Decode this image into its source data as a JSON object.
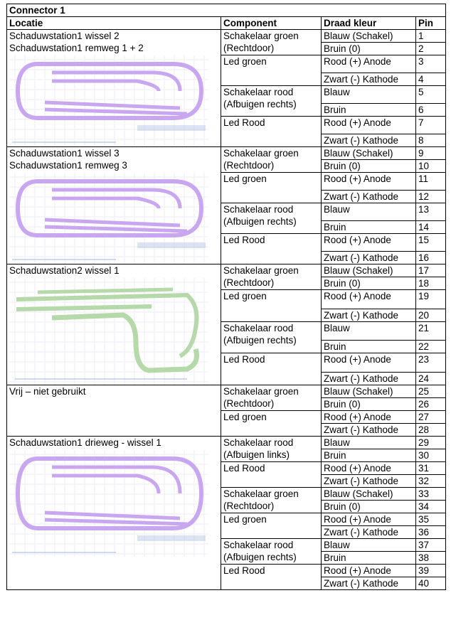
{
  "title": "Connector 1",
  "headers": {
    "locatie": "Locatie",
    "component": "Component",
    "draad": "Draad kleur",
    "pin": "Pin"
  },
  "sections": [
    {
      "loc": [
        "Schaduwstation1 wissel 2",
        "Schaduwstation1 remweg 1 + 2"
      ],
      "track_color": "#c9a6f0",
      "groups": [
        {
          "comp": [
            "Schakelaar groen",
            "(Rechtdoor)"
          ],
          "rows": [
            [
              "Blauw (Schakel)",
              "1"
            ],
            [
              "Bruin (0)",
              "2"
            ]
          ]
        },
        {
          "comp": [
            "Led groen"
          ],
          "rows": [
            [
              "Rood (+)  Anode",
              "3"
            ],
            [
              "Zwart (-)  Kathode",
              "4"
            ]
          ]
        },
        {
          "comp": [
            "Schakelaar rood",
            "(Afbuigen rechts)"
          ],
          "rows": [
            [
              "Blauw",
              "5"
            ],
            [
              "Bruin",
              "6"
            ]
          ]
        },
        {
          "comp": [
            "Led Rood"
          ],
          "rows": [
            [
              "Rood (+)  Anode",
              "7"
            ],
            [
              "Zwart (-)  Kathode",
              "8"
            ]
          ]
        }
      ]
    },
    {
      "loc": [
        "Schaduwstation1 wissel 3",
        "Schaduwstation1 remweg 3"
      ],
      "track_color": "#c9a6f0",
      "groups": [
        {
          "comp": [
            "Schakelaar groen",
            "(Rechtdoor)"
          ],
          "rows": [
            [
              "Blauw (Schakel)",
              "9"
            ],
            [
              "Bruin (0)",
              "10"
            ]
          ]
        },
        {
          "comp": [
            "Led groen"
          ],
          "rows": [
            [
              "Rood (+)  Anode",
              "11"
            ],
            [
              "Zwart (-)  Kathode",
              "12"
            ]
          ]
        },
        {
          "comp": [
            "Schakelaar rood",
            "(Afbuigen rechts)"
          ],
          "rows": [
            [
              "Blauw",
              "13"
            ],
            [
              "Bruin",
              "14"
            ]
          ]
        },
        {
          "comp": [
            "Led Rood"
          ],
          "rows": [
            [
              "Rood (+)  Anode",
              "15"
            ],
            [
              "Zwart (-)  Kathode",
              "16"
            ]
          ]
        }
      ]
    },
    {
      "loc": [
        "Schaduwstation2 wissel 1"
      ],
      "track_color": "#b5d9a8",
      "groups": [
        {
          "comp": [
            "Schakelaar groen",
            "(Rechtdoor)"
          ],
          "rows": [
            [
              "Blauw (Schakel)",
              "17"
            ],
            [
              "Bruin (0)",
              "18"
            ]
          ]
        },
        {
          "comp": [
            "Led groen"
          ],
          "rows": [
            [
              "Rood (+)  Anode",
              "19"
            ],
            [
              "Zwart (-)  Kathode",
              "20"
            ]
          ]
        },
        {
          "comp": [
            "Schakelaar rood",
            "(Afbuigen rechts)"
          ],
          "rows": [
            [
              "Blauw",
              "21"
            ],
            [
              "Bruin",
              "22"
            ]
          ]
        },
        {
          "comp": [
            "Led Rood"
          ],
          "rows": [
            [
              "Rood (+)  Anode",
              "23"
            ],
            [
              "Zwart (-)  Kathode",
              "24"
            ]
          ]
        }
      ]
    },
    {
      "loc": [
        "Vrij – niet gebruikt"
      ],
      "track_color": "",
      "groups": [
        {
          "comp": [
            "Schakelaar groen",
            "(Rechtdoor)"
          ],
          "rows": [
            [
              "Blauw (Schakel)",
              "25"
            ],
            [
              "Bruin (0)",
              "26"
            ]
          ]
        },
        {
          "comp": [
            "Led groen"
          ],
          "rows": [
            [
              "Rood (+)  Anode",
              "27"
            ],
            [
              "Zwart (-)  Kathode",
              "28"
            ]
          ]
        }
      ]
    },
    {
      "loc": [
        "Schaduwstation1 drieweg - wissel 1"
      ],
      "track_color": "#c9a6f0",
      "groups": [
        {
          "comp": [
            "Schakelaar rood",
            "(Afbuigen links)"
          ],
          "rows": [
            [
              "Blauw",
              "29"
            ],
            [
              "Bruin",
              "30"
            ]
          ]
        },
        {
          "comp": [
            "Led Rood"
          ],
          "rows": [
            [
              "Rood (+)  Anode",
              "31"
            ],
            [
              "Zwart (-)  Kathode",
              "32"
            ]
          ]
        },
        {
          "comp": [
            "Schakelaar groen",
            "(Rechtdoor)"
          ],
          "rows": [
            [
              "Blauw (Schakel)",
              "33"
            ],
            [
              "Bruin (0)",
              "34"
            ]
          ]
        },
        {
          "comp": [
            "Led groen"
          ],
          "rows": [
            [
              "Rood (+)  Anode",
              "35"
            ],
            [
              "Zwart (-)  Kathode",
              "36"
            ]
          ]
        },
        {
          "comp": [
            "Schakelaar rood",
            "(Afbuigen rechts)"
          ],
          "rows": [
            [
              "Blauw",
              "37"
            ],
            [
              "Bruin",
              "38"
            ]
          ]
        },
        {
          "comp": [
            "Led Rood"
          ],
          "rows": [
            [
              "Rood (+)  Anode",
              "39"
            ],
            [
              "Zwart (-)  Kathode",
              "40"
            ]
          ]
        }
      ]
    }
  ]
}
